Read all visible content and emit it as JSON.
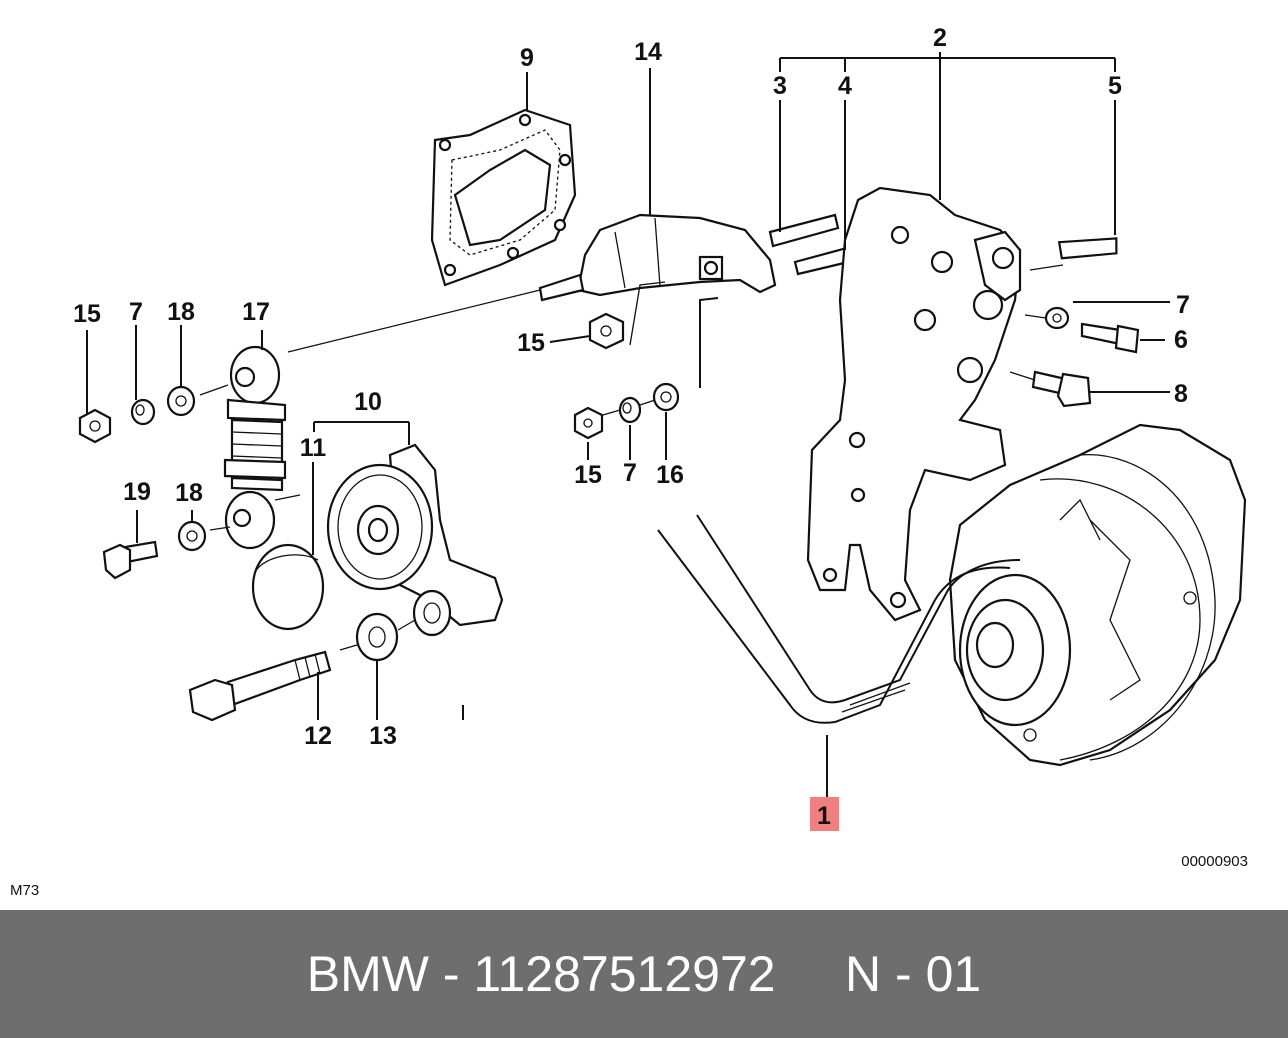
{
  "diagram": {
    "callouts": {
      "c1": "1",
      "c2": "2",
      "c3": "3",
      "c4": "4",
      "c5": "5",
      "c6": "6",
      "c7a": "7",
      "c7b": "7",
      "c7c": "7",
      "c8": "8",
      "c9": "9",
      "c10": "10",
      "c11": "11",
      "c12": "12",
      "c13": "13",
      "c14": "14",
      "c15a": "15",
      "c15b": "15",
      "c15c": "15",
      "c16": "16",
      "c17": "17",
      "c18a": "18",
      "c18b": "18",
      "c19": "19"
    },
    "highlight_color": "#f08080",
    "image_code": "00000903",
    "model_code": "M73"
  },
  "footer": {
    "text": "BMW - 11287512972     N - 01",
    "background": "#6e6e6e"
  }
}
